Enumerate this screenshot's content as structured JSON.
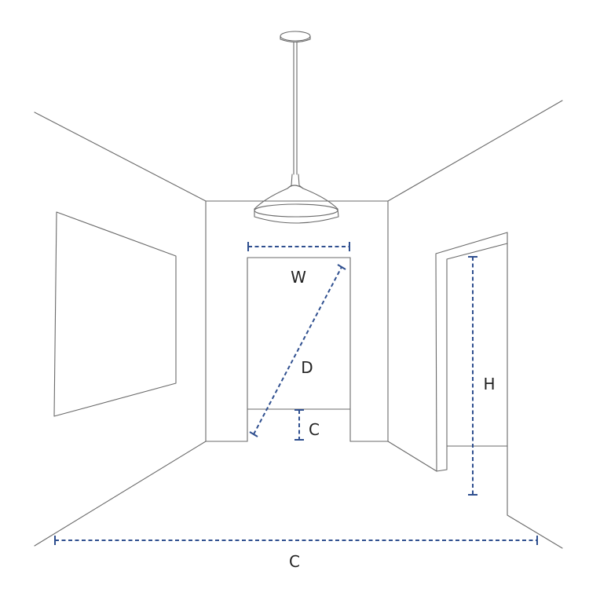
{
  "colors": {
    "line": "#6a6a6a",
    "dimension": "#2f4f8f",
    "background": "#ffffff"
  },
  "labels": {
    "width": "W",
    "diagonal": "D",
    "clearance": "C",
    "height": "H",
    "room_width": "C"
  }
}
